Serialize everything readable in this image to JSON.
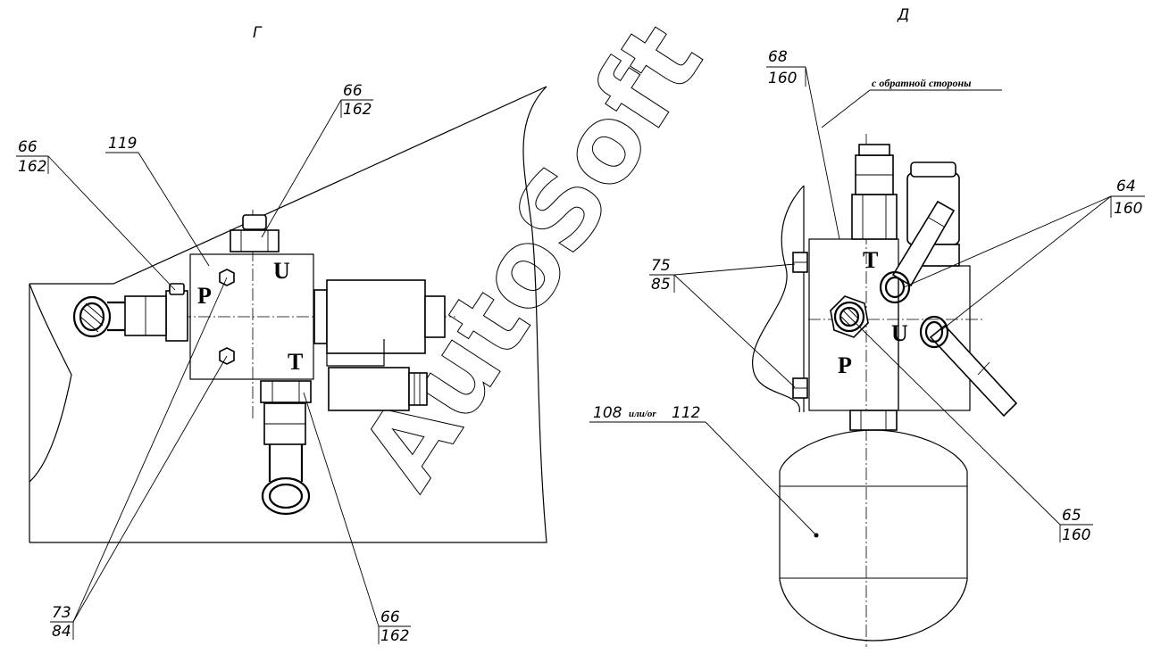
{
  "views": {
    "g": {
      "title": "Г"
    },
    "d": {
      "title": "Д"
    }
  },
  "callouts": {
    "c66a": {
      "top": "66",
      "bottom": "162"
    },
    "c66b": {
      "top": "66",
      "bottom": "162"
    },
    "c66c": {
      "top": "66",
      "bottom": "162"
    },
    "c119": {
      "top": "119"
    },
    "c73": {
      "top": "73",
      "bottom": "84"
    },
    "c68": {
      "top": "68",
      "bottom": "160"
    },
    "c64": {
      "top": "64",
      "bottom": "160"
    },
    "c75": {
      "top": "75",
      "bottom": "85"
    },
    "c65": {
      "top": "65",
      "bottom": "160"
    },
    "c108": {
      "main": "108",
      "mid": "или/or",
      "end": "112"
    }
  },
  "note_reverse": "с обратной стороны",
  "port_labels": {
    "g": {
      "p": "P",
      "u": "U",
      "t": "T"
    },
    "d": {
      "p": "P",
      "u": "U",
      "t": "T"
    }
  },
  "watermark": "AutoSoft"
}
